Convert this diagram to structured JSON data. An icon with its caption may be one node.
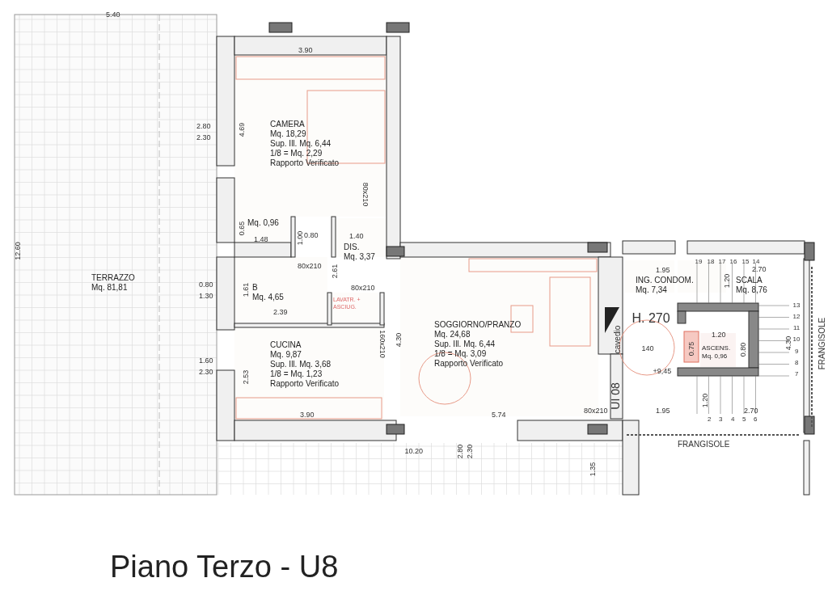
{
  "diagram": {
    "title": "Piano Terzo - U8",
    "nodes": [
      {
        "text": [
          "TERRAZZO",
          "Mq. 81,81"
        ]
      },
      {
        "text": [
          "CAMERA",
          "Mq. 18,29",
          "Sup. Ill. Mq. 6,44",
          "1/8 = Mq. 2,29",
          "Rapporto Verificato"
        ]
      },
      {
        "text": [
          "Mq. 0,96"
        ]
      },
      {
        "text": [
          "DIS.",
          "Mq. 3,37"
        ]
      },
      {
        "text": [
          "B",
          "Mq. 4,65"
        ]
      },
      {
        "text": [
          "LAVATR. + ASCIUG."
        ]
      },
      {
        "text": [
          "CUCINA",
          "Mq. 9,87",
          "Sup. Ill. Mq. 3,68",
          "1/8 = Mq. 1,23",
          "Rapporto Verificato"
        ]
      },
      {
        "text": [
          "SOGGIORNO/PRANZO",
          "Mq.  24,68",
          "Sup. Ill. Mq. 6,44",
          "1/8 = Mq. 3,09",
          "Rapporto Verificato"
        ]
      },
      {
        "text": [
          "ING. CONDOM.",
          "Mq. 7,34"
        ]
      },
      {
        "text": [
          "SCALA",
          "Mq. 8,76"
        ]
      },
      {
        "text": [
          "ASCENS.",
          "Mq. 0,96"
        ]
      }
    ],
    "labels": [
      "5.40",
      "3.90",
      "4.69",
      "2.80",
      "2.30",
      "0.65",
      "1.48",
      "1.00",
      "0.80",
      "1.40",
      "80x210",
      "12.60",
      "80x210",
      "2.61",
      "80x210",
      "0.80",
      "1.30",
      "1.61",
      "2.39",
      "160x210",
      "4.30",
      "1.60",
      "2.30",
      "2.53",
      "3.90",
      "5.74",
      "80x210",
      "UI 08",
      "cavedio",
      "H. 270",
      "140",
      "+9,45",
      "1.95",
      "19",
      "18",
      "17",
      "16",
      "15",
      "14",
      "2.70",
      "1.20",
      "13",
      "12",
      "11",
      "10",
      "9",
      "8",
      "7",
      "1.20",
      "0.75",
      "0.80",
      "4.30",
      "FRANGISOLE",
      "1.20",
      "1.95",
      "2.70",
      "2",
      "3",
      "4",
      "5",
      "6",
      "FRANGISOLE",
      "10.20",
      "2.80",
      "2.30",
      "1.35"
    ]
  }
}
